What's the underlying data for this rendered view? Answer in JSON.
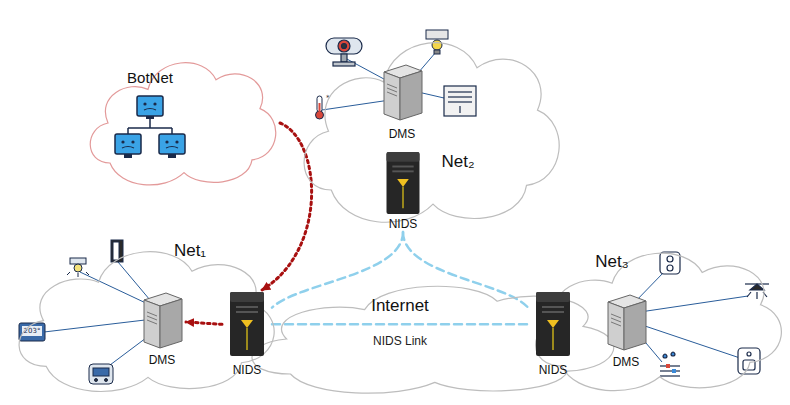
{
  "diagram": {
    "nodes": [
      {
        "text": [
          "BotNet"
        ]
      },
      {
        "text": [
          "Net₂"
        ]
      },
      {
        "text": [
          "DMS"
        ],
        "in": 1
      },
      {
        "text": [
          "NIDS"
        ],
        "in": 1
      },
      {
        "text": [
          "Net₁"
        ]
      },
      {
        "text": [
          "DMS"
        ],
        "in": 4
      },
      {
        "text": [
          "NIDS"
        ],
        "in": 4
      },
      {
        "text": [
          "Internet"
        ]
      },
      {
        "text": [
          "Net₃"
        ]
      },
      {
        "text": [
          "NIDS"
        ],
        "in": 8
      },
      {
        "text": [
          "DMS"
        ],
        "in": 8
      }
    ],
    "edges": [
      {
        "from": 0,
        "to": 6,
        "arrow": "to"
      },
      {
        "from": 6,
        "to": 5,
        "arrow": "to"
      },
      {
        "from": 3,
        "to": 6,
        "arrow": "none"
      },
      {
        "from": 3,
        "to": 9,
        "arrow": "none"
      },
      {
        "from": 6,
        "to": 9,
        "arrow": "none",
        "label": "NIDS Link"
      }
    ],
    "labels": [
      "203°"
    ]
  }
}
